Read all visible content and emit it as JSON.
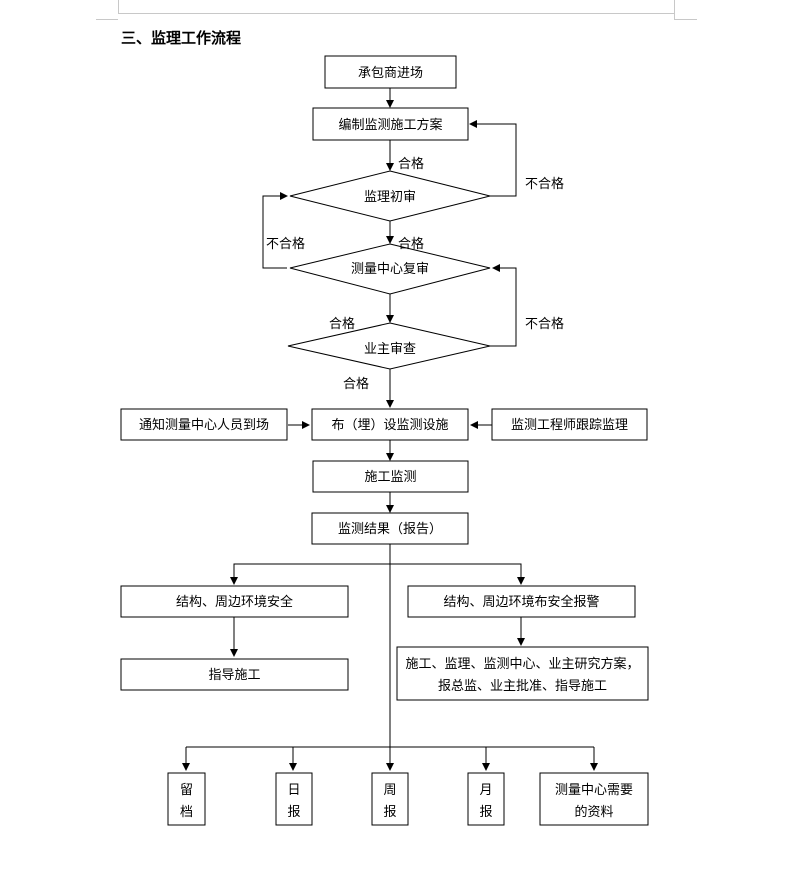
{
  "section_title": "三、监理工作流程",
  "flow": {
    "contractor_entry": "承包商进场",
    "prepare_plan": "编制监测施工方案",
    "supervision_review": "监理初审",
    "center_review": "测量中心复审",
    "owner_review": "业主审查",
    "install": "布（埋）设监测设施",
    "notify_center": "通知测量中心人员到场",
    "engineer_track": "监测工程师跟踪监理",
    "construction_monitor": "施工监测",
    "results": "监测结果（报告）",
    "safe": "结构、周边环境安全",
    "guide": "指导施工",
    "alarm": "结构、周边环境布安全报警",
    "study_line1": "施工、监理、监测中心、业主研究方案，",
    "study_line2": "报总监、业主批准、指导施工",
    "pass": "合格",
    "fail": "不合格",
    "archive_1": "留",
    "archive_2": "档",
    "daily_1": "日",
    "daily_2": "报",
    "weekly_1": "周",
    "weekly_2": "报",
    "monthly_1": "月",
    "monthly_2": "报",
    "center_data_1": "测量中心需要",
    "center_data_2": "的资料"
  }
}
